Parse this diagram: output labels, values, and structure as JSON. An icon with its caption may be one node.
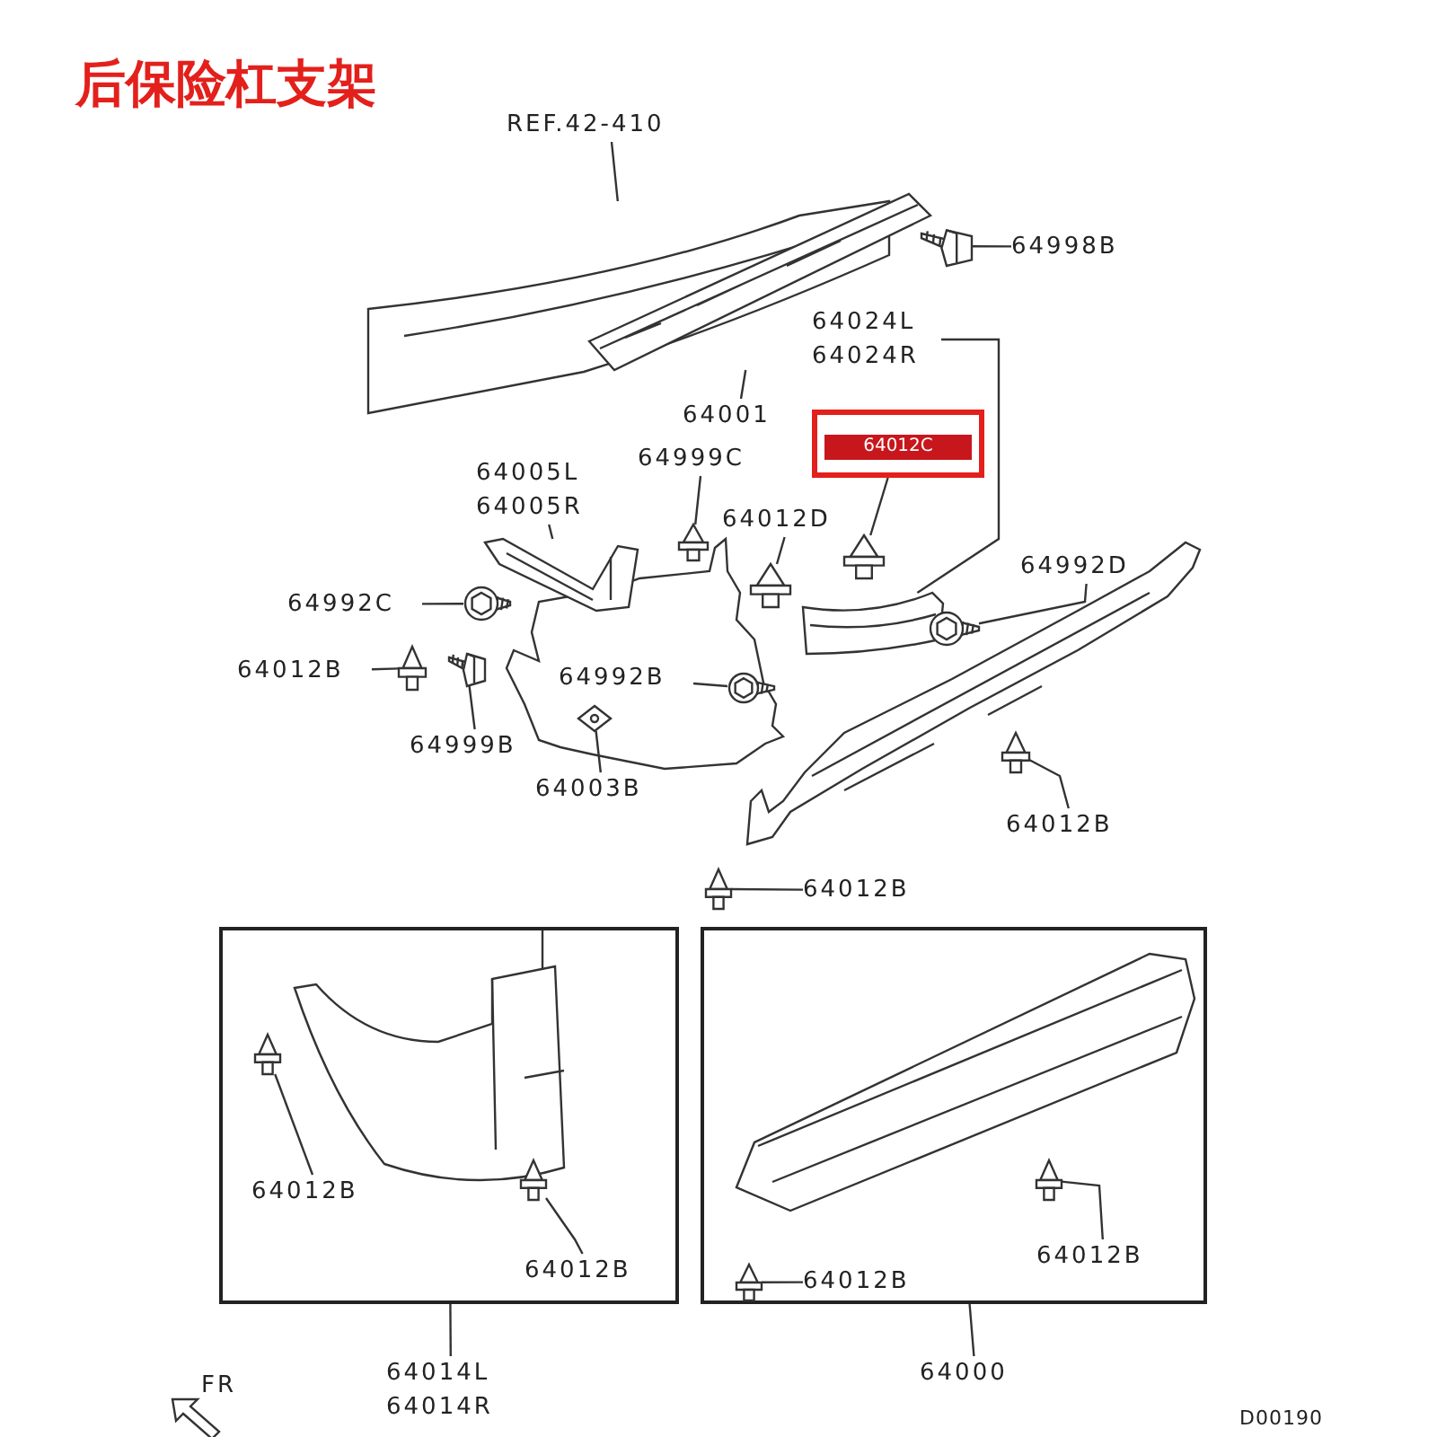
{
  "diagram": {
    "title": "后保险杠支架",
    "nodes": [
      {
        "text": [
          "REF.42-410"
        ]
      },
      {
        "text": [],
        "shape": "picture"
      },
      {
        "text": [
          "64998B"
        ]
      },
      {
        "text": [],
        "shape": "picture"
      },
      {
        "text": [],
        "shape": "picture"
      },
      {
        "text": [
          "64001"
        ]
      },
      {
        "text": [
          "64024L 64024R"
        ]
      },
      {
        "text": [
          "64012C"
        ]
      },
      {
        "text": [
          "64999C"
        ]
      },
      {
        "text": [],
        "shape": "picture"
      },
      {
        "text": [
          "64005L 64005R"
        ]
      },
      {
        "text": [],
        "shape": "picture"
      },
      {
        "text": [
          "64012D"
        ]
      },
      {
        "text": [],
        "shape": "picture"
      },
      {
        "text": [],
        "shape": "picture"
      },
      {
        "text": [],
        "shape": "picture"
      },
      {
        "text": [
          "64992D"
        ]
      },
      {
        "text": [],
        "shape": "picture"
      },
      {
        "text": [
          "64992C"
        ]
      },
      {
        "text": [],
        "shape": "picture"
      },
      {
        "text": [
          "64012B"
        ]
      },
      {
        "text": [],
        "shape": "picture"
      },
      {
        "text": [],
        "shape": "picture"
      },
      {
        "text": [
          "64999B"
        ]
      },
      {
        "text": [
          "64992B"
        ]
      },
      {
        "text": [],
        "shape": "picture"
      },
      {
        "text": [],
        "shape": "picture"
      },
      {
        "text": [
          "64003B"
        ]
      },
      {
        "text": [],
        "shape": "picture"
      },
      {
        "text": [
          "64012B"
        ]
      },
      {
        "text": [],
        "shape": "picture"
      },
      {
        "text": [
          "64012B"
        ]
      },
      {
        "text": [],
        "shape": "box"
      },
      {
        "text": [],
        "shape": "picture",
        "in": 32
      },
      {
        "text": [],
        "shape": "picture",
        "in": 32
      },
      {
        "text": [
          "64012B"
        ],
        "in": 32
      },
      {
        "text": [],
        "shape": "picture",
        "in": 32
      },
      {
        "text": [
          "64012B"
        ],
        "in": 32
      },
      {
        "text": [
          "64014L 64014R"
        ]
      },
      {
        "text": [],
        "shape": "box"
      },
      {
        "text": [],
        "shape": "picture",
        "in": 39
      },
      {
        "text": [],
        "shape": "picture",
        "in": 39
      },
      {
        "text": [
          "64012B"
        ],
        "in": 39
      },
      {
        "text": [],
        "shape": "picture",
        "in": 39
      },
      {
        "text": [
          "64012B"
        ],
        "in": 39
      },
      {
        "text": [
          "64000"
        ]
      }
    ],
    "edges": [
      {
        "from": 0,
        "to": 1,
        "arrow": "none"
      },
      {
        "from": 2,
        "to": 3,
        "arrow": "none"
      },
      {
        "from": 5,
        "to": 4,
        "arrow": "none"
      },
      {
        "from": 6,
        "to": 15,
        "arrow": "none"
      },
      {
        "from": 7,
        "to": 14,
        "arrow": "none"
      },
      {
        "from": 12,
        "to": 13,
        "arrow": "none"
      },
      {
        "from": 8,
        "to": 9,
        "arrow": "none"
      },
      {
        "from": 10,
        "to": 11,
        "arrow": "none"
      },
      {
        "from": 16,
        "to": 17,
        "arrow": "none"
      },
      {
        "from": 18,
        "to": 19,
        "arrow": "none"
      },
      {
        "from": 20,
        "to": 21,
        "arrow": "none"
      },
      {
        "from": 23,
        "to": 22,
        "arrow": "none"
      },
      {
        "from": 24,
        "to": 25,
        "arrow": "none"
      },
      {
        "from": 27,
        "to": 26,
        "arrow": "none"
      },
      {
        "from": 29,
        "to": 28,
        "arrow": "none"
      },
      {
        "from": 31,
        "to": 30,
        "arrow": "none"
      },
      {
        "from": 35,
        "to": 34,
        "arrow": "none"
      },
      {
        "from": 37,
        "to": 36,
        "arrow": "none"
      },
      {
        "from": 38,
        "to": 32,
        "arrow": "none"
      },
      {
        "from": 42,
        "to": 41,
        "arrow": "none"
      },
      {
        "from": 44,
        "to": 43,
        "arrow": "none"
      },
      {
        "from": 45,
        "to": 39,
        "arrow": "none"
      }
    ],
    "labels": [
      "FR",
      "D00190"
    ]
  }
}
